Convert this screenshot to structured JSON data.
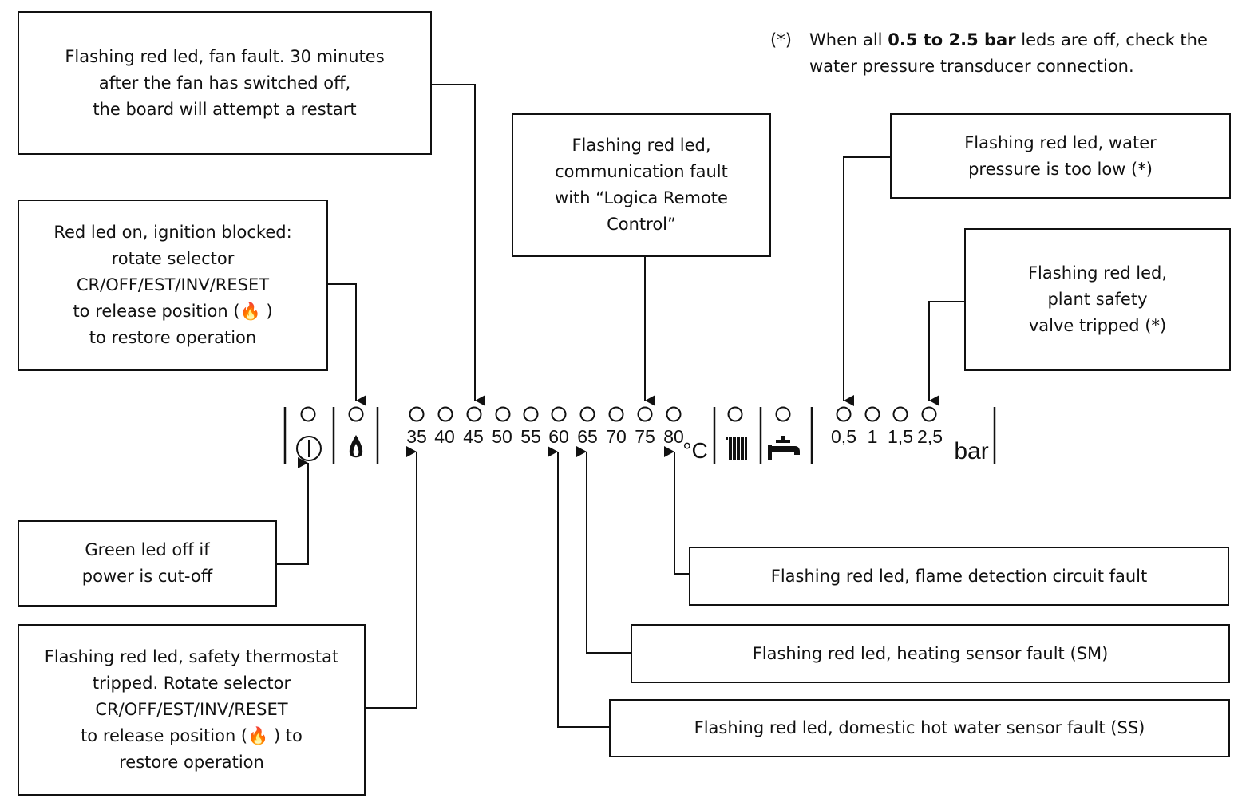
{
  "note": {
    "mark": "(*)",
    "line1_before": "When all ",
    "line1_bold": "0.5 to 2.5 bar",
    "line1_after": " leds are off, check the",
    "line2": "water pressure transducer connection."
  },
  "boxes": {
    "fan_fault": [
      "Flashing red led, fan fault. 30 minutes",
      "after the fan has switched off,",
      "the board will attempt a restart"
    ],
    "ignition_blocked": [
      "Red led on, ignition blocked:",
      "rotate selector",
      "CR/OFF/EST/INV/RESET",
      "to release position (🔥 )",
      "to restore operation"
    ],
    "communication_fault": [
      "Flashing red led,",
      "communication fault",
      "with “Logica Remote",
      "Control”"
    ],
    "water_pressure_low": [
      "Flashing red led, water",
      "pressure is too low (*)"
    ],
    "plant_safety_valve": [
      "Flashing red led,",
      "plant safety",
      "valve tripped (*)"
    ],
    "power_cut": [
      "Green led off if",
      "power is cut-off"
    ],
    "safety_thermostat": [
      "Flashing red led, safety thermostat",
      "tripped. Rotate selector",
      "CR/OFF/EST/INV/RESET",
      "to release position (🔥 ) to",
      "restore operation"
    ],
    "flame_detection": [
      "Flashing red led, flame detection circuit fault"
    ],
    "heating_sensor": [
      "Flashing red led, heating sensor fault (SM)"
    ],
    "dhw_sensor": [
      "Flashing red led, domestic hot water sensor fault (SS)"
    ]
  },
  "panel": {
    "temperatures": [
      "35",
      "40",
      "45",
      "50",
      "55",
      "60",
      "65",
      "70",
      "75",
      "80"
    ],
    "temp_unit": "°C",
    "pressures": [
      "0,5",
      "1",
      "1,5",
      "2,5"
    ],
    "pressure_unit": "bar",
    "icons": [
      "power-icon",
      "flame-icon",
      "radiator-icon",
      "tap-icon"
    ]
  }
}
